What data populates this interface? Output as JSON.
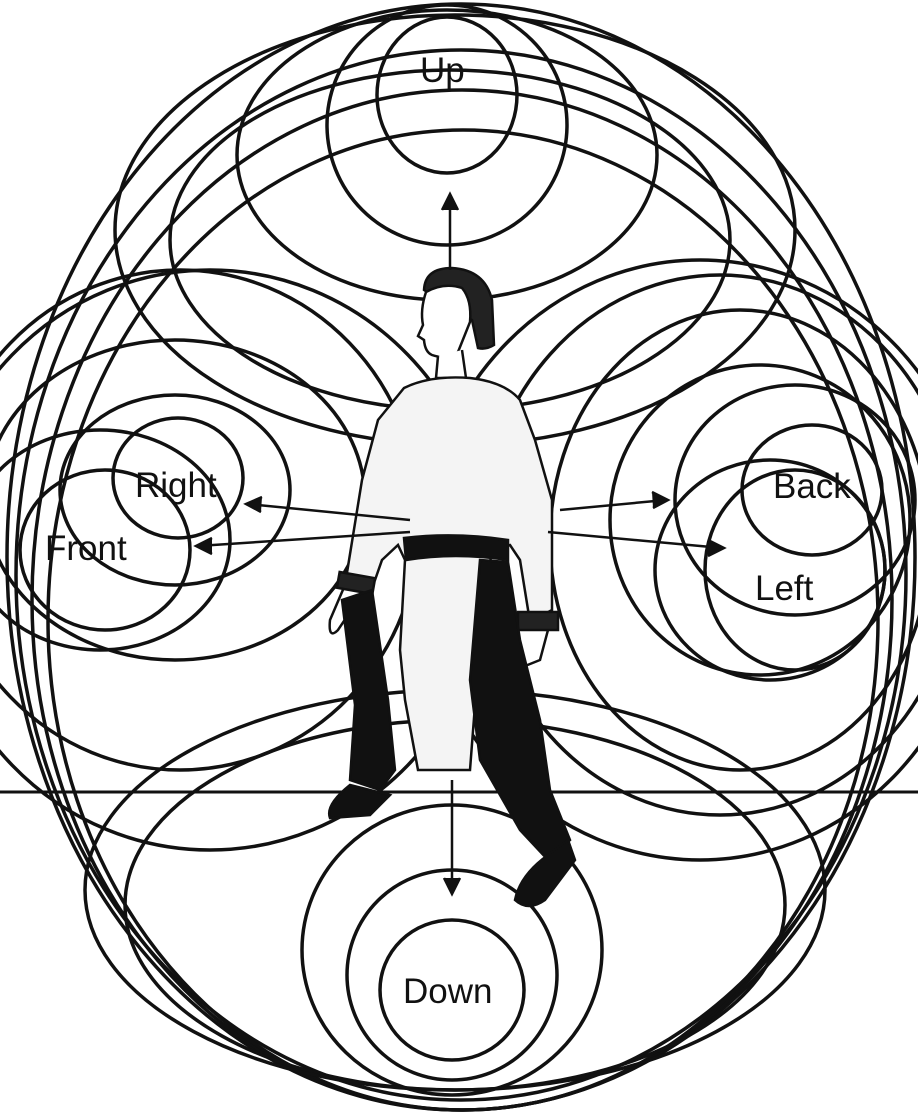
{
  "labels": {
    "up": "Up",
    "down": "Down",
    "right": "Right",
    "front": "Front",
    "back": "Back",
    "left": "Left"
  },
  "colors": {
    "line": "#111111",
    "background": "#ffffff",
    "figure_fill": "#f4f4f4"
  }
}
